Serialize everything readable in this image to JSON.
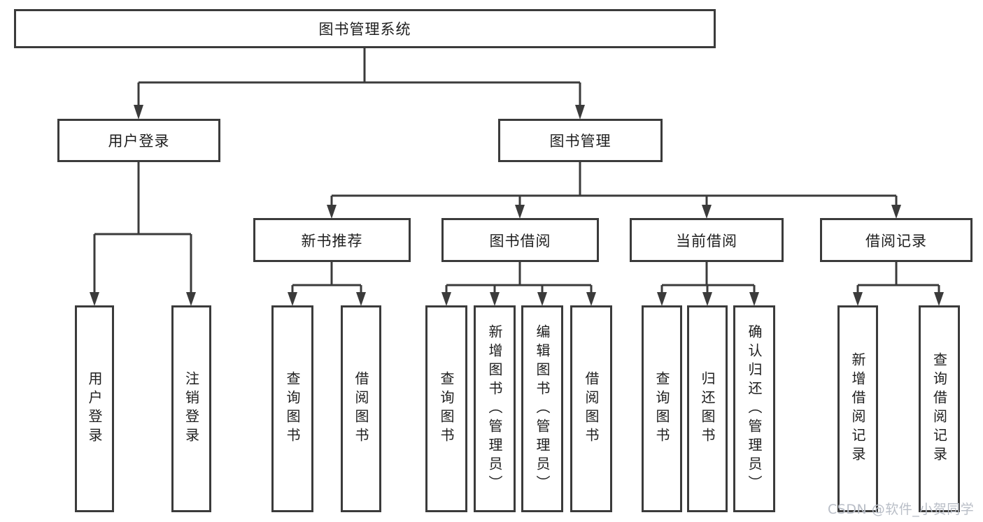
{
  "tree": {
    "label": "图书管理系统",
    "children": [
      {
        "label": "用户登录",
        "children": [
          {
            "label": "用户登录"
          },
          {
            "label": "注销登录"
          }
        ]
      },
      {
        "label": "图书管理",
        "children": [
          {
            "label": "新书推荐",
            "children": [
              {
                "label": "查询图书"
              },
              {
                "label": "借阅图书"
              }
            ]
          },
          {
            "label": "图书借阅",
            "children": [
              {
                "label": "查询图书"
              },
              {
                "label": "新增图书（管理员）"
              },
              {
                "label": "编辑图书（管理员）"
              },
              {
                "label": "借阅图书"
              }
            ]
          },
          {
            "label": "当前借阅",
            "children": [
              {
                "label": "查询图书"
              },
              {
                "label": "归还图书"
              },
              {
                "label": "确认归还（管理员）"
              }
            ]
          },
          {
            "label": "借阅记录",
            "children": [
              {
                "label": "新增借阅记录"
              },
              {
                "label": "查询借阅记录"
              }
            ]
          }
        ]
      }
    ]
  },
  "watermark": {
    "text": "CSDN @软件_小贺同学"
  },
  "colors": {
    "line": "#3b3b3b",
    "text": "#1e1e1e",
    "background": "#ffffff",
    "watermark": "#b9bec7"
  }
}
